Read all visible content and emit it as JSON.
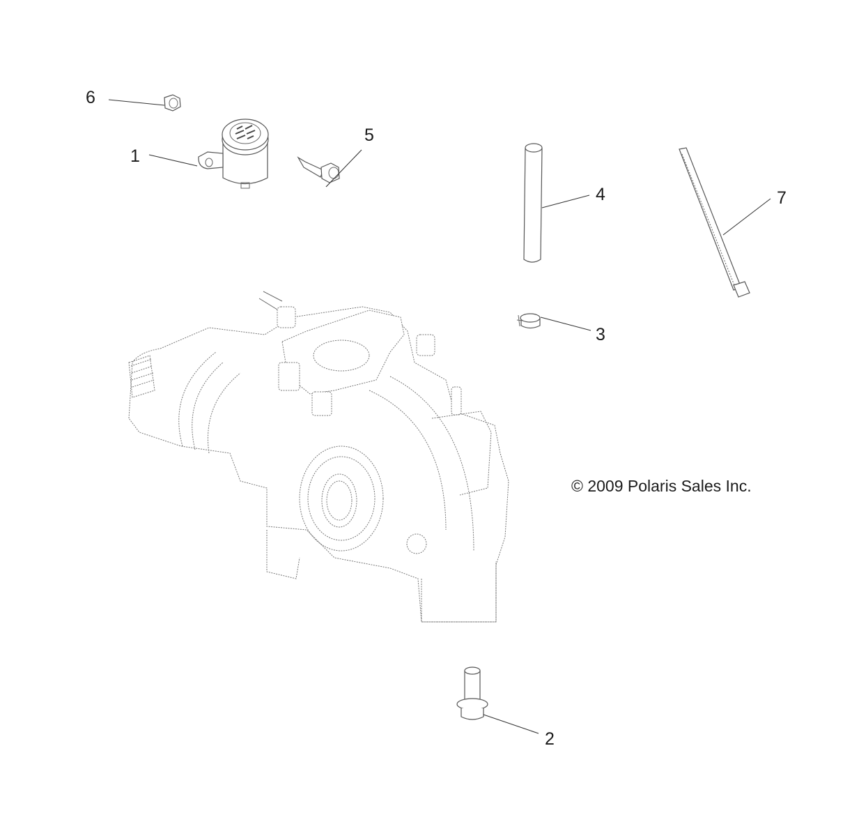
{
  "diagram": {
    "type": "exploded-parts-diagram",
    "copyright": "© 2009 Polaris Sales Inc.",
    "callouts": [
      {
        "number": "1",
        "part": "reservoir"
      },
      {
        "number": "2",
        "part": "flange-bolt"
      },
      {
        "number": "3",
        "part": "hose-clamp"
      },
      {
        "number": "4",
        "part": "hose"
      },
      {
        "number": "5",
        "part": "screw"
      },
      {
        "number": "6",
        "part": "nut"
      },
      {
        "number": "7",
        "part": "cable-tie"
      }
    ],
    "assembly": "transmission-housing"
  }
}
